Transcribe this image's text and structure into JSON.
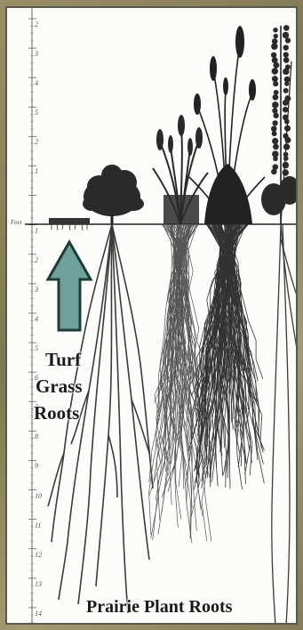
{
  "labels": {
    "turf_line1": "Turf",
    "turf_line2": "Grass",
    "turf_line3": "Roots",
    "prairie": "Prairie Plant Roots",
    "ground": "Feet"
  },
  "scale_ticks": [
    "2",
    "3",
    "4",
    "5",
    "2",
    "1",
    "",
    "1",
    "2",
    "3",
    "4",
    "5",
    "6",
    "7",
    "8",
    "9",
    "10",
    "11",
    "12",
    "13",
    "14"
  ],
  "colors": {
    "frame": "#8f855f",
    "panel": "#fcfcfa",
    "arrow_fill": "#6fa19b",
    "arrow_stroke": "#1f3b38",
    "ink": "#1a1a1a"
  }
}
